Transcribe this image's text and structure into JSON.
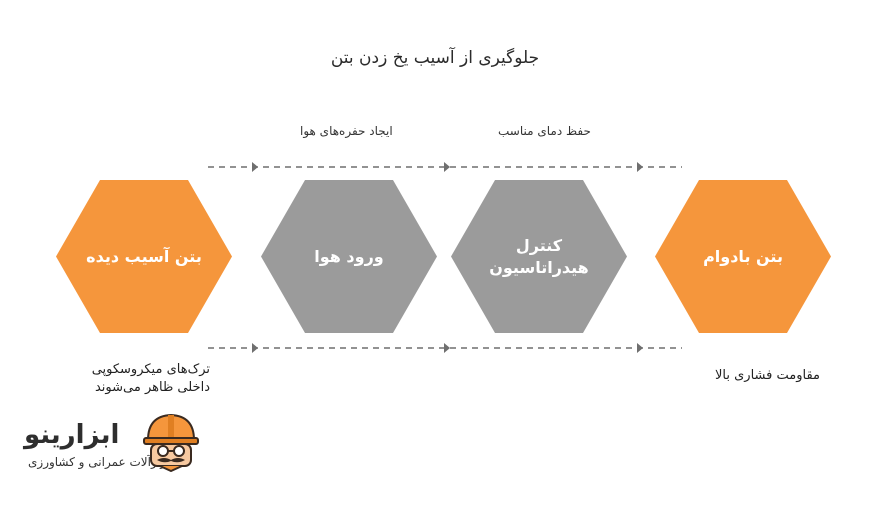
{
  "title": "جلوگیری از آسیب یخ زدن بتن",
  "top_labels": {
    "left": "ایجاد حفره‌های هوا",
    "right": "حفظ دمای مناسب"
  },
  "hexagons": [
    {
      "label": "بتن آسیب دیده",
      "color": "#f5963c"
    },
    {
      "label": "ورود هوا",
      "color": "#9b9b9b"
    },
    {
      "label": "کنترل هیدراتاسیون",
      "color": "#9b9b9b"
    },
    {
      "label": "بتن بادوام",
      "color": "#f5963c"
    }
  ],
  "bottom_texts": {
    "left_line1": "ترک‌های میکروسکوپی",
    "left_line2": "داخلی ظاهر می‌شوند",
    "right": "مقاومت فشاری بالا"
  },
  "brand": {
    "name": "ابزارینو",
    "tagline": "ابزارآلات عمرانی و کشاورزی",
    "logo_icon": "hardhat-mascot-icon"
  },
  "colors": {
    "orange": "#f5963c",
    "gray": "#9b9b9b",
    "dash": "#6f6f6f"
  }
}
